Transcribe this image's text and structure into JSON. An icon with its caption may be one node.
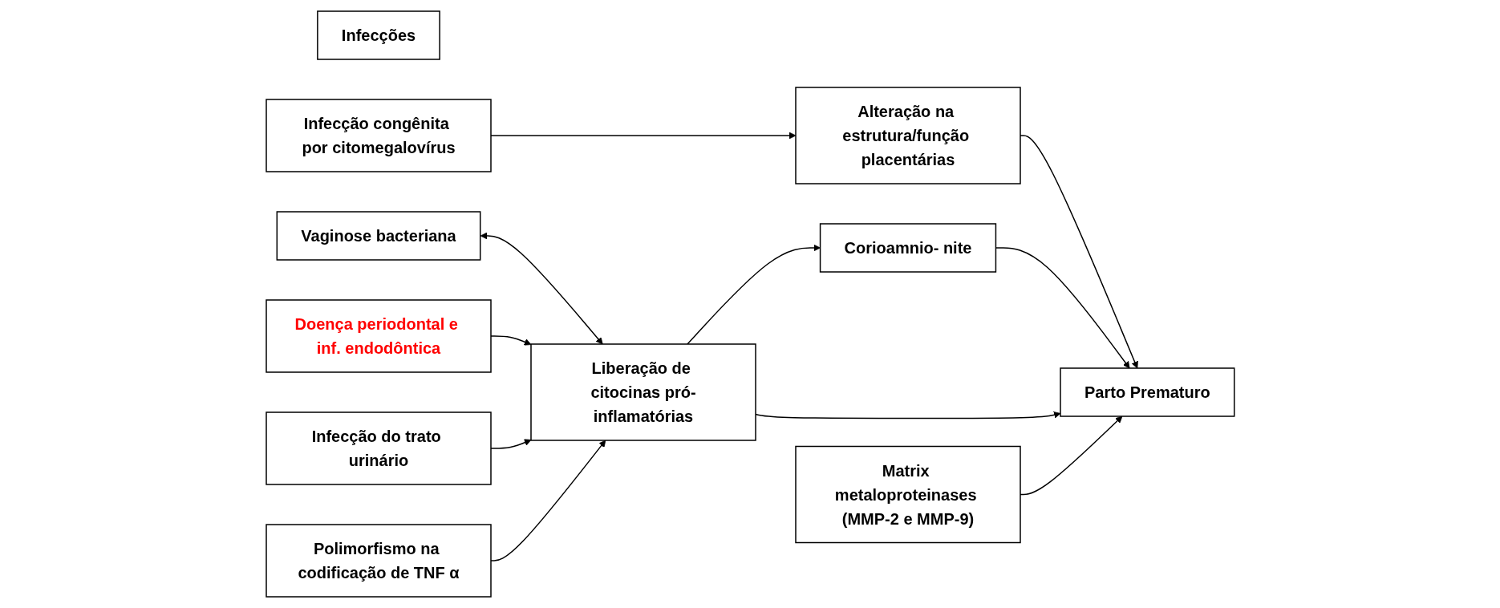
{
  "diagram": {
    "nodes": [
      {
        "text": [
          "Infecções"
        ]
      },
      {
        "text": [
          "Vaginose bacteriana"
        ]
      },
      {
        "text": [
          "Infecção congênita por citomegalovírus"
        ]
      },
      {
        "text": [
          "Alteração na estrutura/função placentárias"
        ]
      },
      {
        "text": [
          "Doença periodontal e inf. endodôntica"
        ]
      },
      {
        "text": [
          "Liberação de citocinas pró-inflamatórias"
        ]
      },
      {
        "text": [
          "Corioamnio- nite"
        ]
      },
      {
        "text": [
          "Parto Prematuro"
        ]
      },
      {
        "text": [
          "Infecção do trato urinário"
        ]
      },
      {
        "text": [
          "Polimorfismo na codificação de TNF α"
        ]
      },
      {
        "text": [
          "Matrix metaloproteinases (MMP-2 e MMP-9)"
        ]
      }
    ],
    "edges": [
      {
        "from": 1,
        "to": 5,
        "arrow": "both"
      },
      {
        "from": 2,
        "to": 3,
        "arrow": "to"
      },
      {
        "from": 3,
        "to": 7,
        "arrow": "to"
      },
      {
        "from": 4,
        "to": 5,
        "arrow": "to"
      },
      {
        "from": 5,
        "to": 6,
        "arrow": "to"
      },
      {
        "from": 6,
        "to": 7,
        "arrow": "to"
      },
      {
        "from": 5,
        "to": 7,
        "arrow": "to"
      },
      {
        "from": 8,
        "to": 5,
        "arrow": "to"
      },
      {
        "from": 9,
        "to": 5,
        "arrow": "to"
      },
      {
        "from": 10,
        "to": 7,
        "arrow": "to"
      }
    ]
  }
}
